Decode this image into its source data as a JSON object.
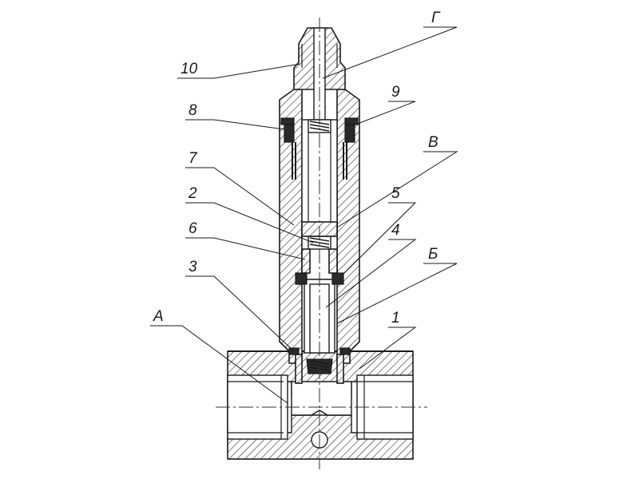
{
  "labels": {
    "l10": "10",
    "lG": "Г",
    "l8": "8",
    "l9": "9",
    "l7": "7",
    "lV": "В",
    "l2": "2",
    "l5": "5",
    "l6": "6",
    "l4": "4",
    "l3": "3",
    "lB": "Б",
    "lA": "А",
    "l1": "1"
  }
}
